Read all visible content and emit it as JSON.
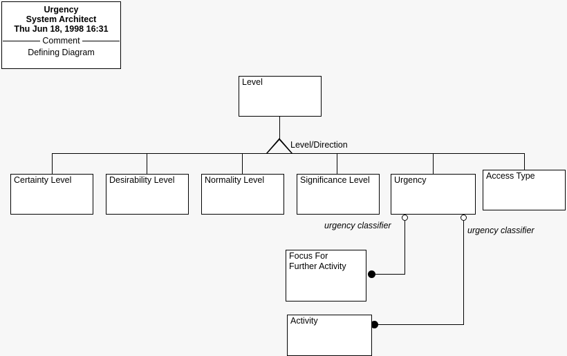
{
  "diagram": {
    "title_block": {
      "name": "Urgency",
      "tool": "System Architect",
      "timestamp": "Thu Jun 18, 1998  16:31",
      "section_label": "Comment",
      "comment": "Defining Diagram"
    },
    "colors": {
      "background": "#f7f7f7",
      "node_fill": "#ffffff",
      "stroke": "#000000",
      "text": "#000000"
    },
    "superclass": {
      "label": "Level"
    },
    "generalization": {
      "discriminator": "Level/Direction"
    },
    "subclasses": [
      {
        "label": "Certainty Level"
      },
      {
        "label": "Desirability Level"
      },
      {
        "label": "Normality Level"
      },
      {
        "label": "Significance Level"
      },
      {
        "label": "Urgency"
      },
      {
        "label": "Access Type"
      }
    ],
    "associated_classes": [
      {
        "label": "Focus For\nFurther Activity"
      },
      {
        "label": "Activity"
      }
    ],
    "association_roles": [
      {
        "label": "urgency classifier"
      },
      {
        "label": "urgency classifier"
      }
    ]
  }
}
